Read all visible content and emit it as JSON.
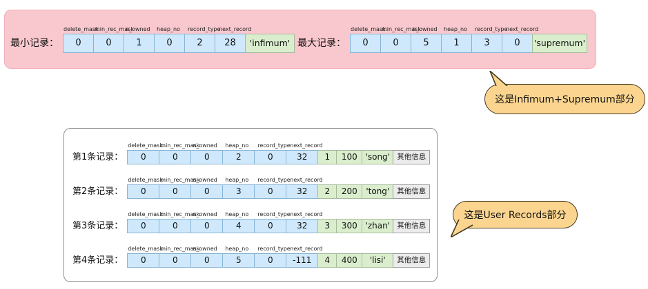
{
  "headers": [
    "delete_mask",
    "min_rec_mask",
    "n_owned",
    "heap_no",
    "record_type",
    "next_record"
  ],
  "top": {
    "min": {
      "label": "最小记录：",
      "cells": [
        "0",
        "0",
        "1",
        "0",
        "2",
        "28"
      ],
      "marker": "'infimum'"
    },
    "max": {
      "label": "最大记录：",
      "cells": [
        "0",
        "0",
        "5",
        "1",
        "3",
        "0"
      ],
      "marker": "'supremum'"
    }
  },
  "records": [
    {
      "label": "第1条记录：",
      "cells": [
        "0",
        "0",
        "0",
        "2",
        "0",
        "32"
      ],
      "user": [
        "1",
        "100",
        "'song'"
      ],
      "other": "其他信息"
    },
    {
      "label": "第2条记录：",
      "cells": [
        "0",
        "0",
        "0",
        "3",
        "0",
        "32"
      ],
      "user": [
        "2",
        "200",
        "'tong'"
      ],
      "other": "其他信息"
    },
    {
      "label": "第3条记录：",
      "cells": [
        "0",
        "0",
        "0",
        "4",
        "0",
        "32"
      ],
      "user": [
        "3",
        "300",
        "'zhan'"
      ],
      "other": "其他信息"
    },
    {
      "label": "第4条记录：",
      "cells": [
        "0",
        "0",
        "0",
        "5",
        "0",
        "-111"
      ],
      "user": [
        "4",
        "400",
        "'lisi'"
      ],
      "other": "其他信息"
    }
  ],
  "callouts": {
    "top": "这是Infimum+Supremum部分",
    "bottom": "这是User Records部分"
  },
  "colors": {
    "panel_pink": "#f9c8ce",
    "cell_blue": "#cfe8fb",
    "cell_green": "#daeecd",
    "cell_gray": "#ececec",
    "bubble": "#fbd58f"
  }
}
